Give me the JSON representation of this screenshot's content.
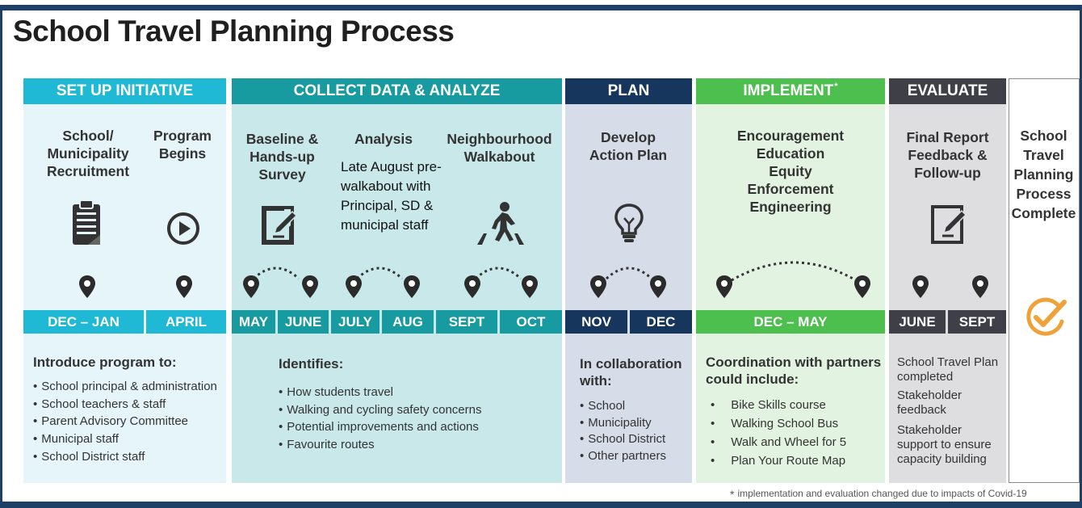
{
  "title": "School Travel Planning Process",
  "colors": {
    "frame": "#1e3f66",
    "setup_header": "#1fb9d6",
    "setup_bg": "#e6f5fa",
    "collect_header": "#179aa0",
    "collect_bg": "#c9e8ea",
    "plan_header": "#17365d",
    "plan_bg": "#d6dde9",
    "implement_header": "#4cbf4f",
    "implement_bg": "#e3f3e1",
    "evaluate_header": "#3f3f47",
    "evaluate_bg": "#dedee0",
    "check": "#f0a23a"
  },
  "stages": {
    "setup": {
      "header": "SET UP INITIATIVE",
      "step1": "School/ Municipality Recruitment",
      "step1_icon": "clipboard-icon",
      "step2": "Program Begins",
      "step2_icon": "play-icon",
      "months": [
        "DEC – JAN",
        "APRIL"
      ],
      "desc_head": "Introduce program to:",
      "items": [
        "School principal & administration",
        "School teachers & staff",
        "Parent Advisory Committee",
        "Municipal staff",
        "School District staff"
      ]
    },
    "collect": {
      "header": "COLLECT DATA & ANALYZE",
      "step1": "Baseline & Hands-up Survey",
      "step1_icon": "edit-document-icon",
      "step2": "Analysis",
      "step3": "Neighbourhood Walkabout",
      "step3_icon": "pedestrian-crossing-icon",
      "note": "Late August pre-walkabout with Principal, SD & municipal staff",
      "months": [
        "MAY",
        "JUNE",
        "JULY",
        "AUG",
        "SEPT",
        "OCT"
      ],
      "desc_head": "Identifies:",
      "items": [
        "How students travel",
        "Walking and cycling safety concerns",
        "Potential improvements and actions",
        "Favourite routes"
      ]
    },
    "plan": {
      "header": "PLAN",
      "step1": "Develop Action Plan",
      "step1_icon": "lightbulb-icon",
      "months": [
        "NOV",
        "DEC"
      ],
      "desc_head": "In collaboration with:",
      "items": [
        "School",
        "Municipality",
        "School District",
        "Other partners"
      ]
    },
    "implement": {
      "header": "IMPLEMENT",
      "header_mark": "*",
      "steps": [
        "Encouragement",
        "Education",
        "Equity",
        "Enforcement",
        "Engineering"
      ],
      "months": [
        "DEC – MAY"
      ],
      "desc_head": "Coordination with partners could include:",
      "items": [
        "Bike Skills course",
        "Walking School Bus",
        "Walk and Wheel for 5",
        "Plan Your Route Map"
      ]
    },
    "evaluate": {
      "header": "EVALUATE",
      "step1": "Final Report Feedback & Follow-up",
      "step1_icon": "edit-document-icon",
      "months": [
        "JUNE",
        "SEPT"
      ],
      "items": [
        "School Travel Plan completed",
        "Stakeholder feedback",
        "Stakeholder support to ensure capacity building"
      ]
    },
    "complete": {
      "label": "School Travel Planning Process Complete",
      "icon": "checkmark-circle-icon"
    }
  },
  "footnote_mark": "*",
  "footnote": "implementation and evaluation changed due to impacts of Covid-19"
}
